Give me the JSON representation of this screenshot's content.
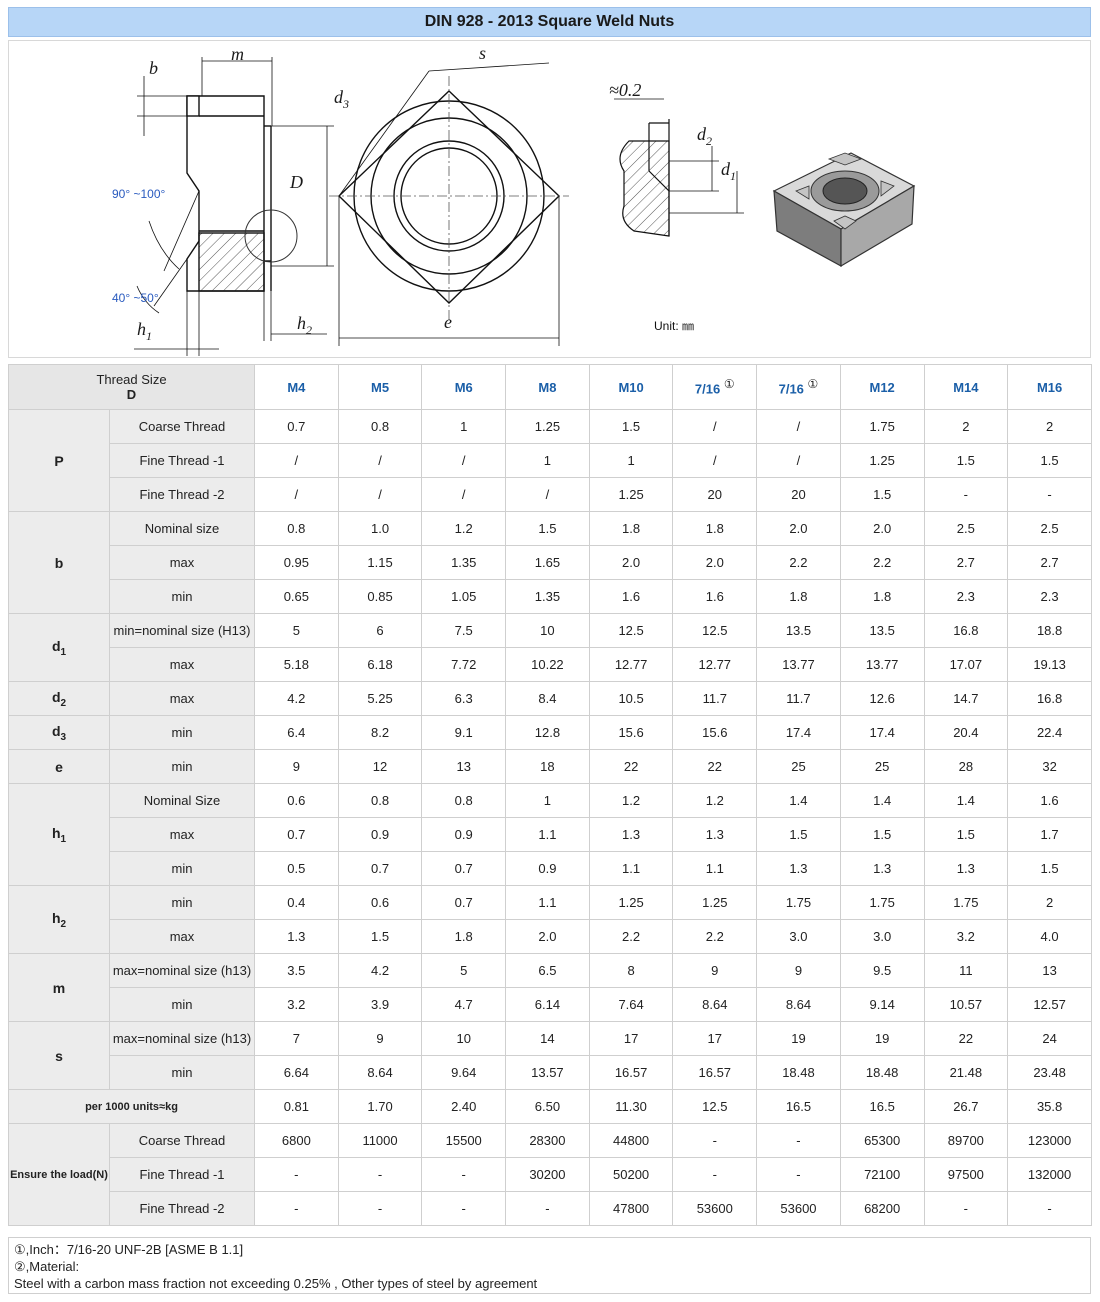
{
  "title": "DIN 928 - 2013 Square Weld Nuts",
  "drawing": {
    "labels": {
      "b": "b",
      "m": "m",
      "s": "s",
      "d3": "d",
      "d3_sub": "3",
      "D": "D",
      "angle1": "90°  ~100°",
      "angle2": "40°  ~50°",
      "h1": "h",
      "h1_sub": "1",
      "h2": "h",
      "h2_sub": "2",
      "e": "e",
      "approx": "≈0.2",
      "d2": "d",
      "d2_sub": "2",
      "d1": "d",
      "d1_sub": "1"
    },
    "unit": "Unit:  ㎜"
  },
  "table": {
    "header": {
      "thread_size": "Thread Size",
      "d": "D",
      "sizes": [
        {
          "label": "M4",
          "mark": ""
        },
        {
          "label": "M5",
          "mark": ""
        },
        {
          "label": "M6",
          "mark": ""
        },
        {
          "label": "M8",
          "mark": ""
        },
        {
          "label": "M10",
          "mark": ""
        },
        {
          "label": "7/16",
          "mark": "①"
        },
        {
          "label": "7/16",
          "mark": "①"
        },
        {
          "label": "M12",
          "mark": ""
        },
        {
          "label": "M14",
          "mark": ""
        },
        {
          "label": "M16",
          "mark": ""
        }
      ]
    },
    "groups": [
      {
        "name": "P",
        "sub": "",
        "rows": [
          {
            "label": "Coarse Thread",
            "values": [
              "0.7",
              "0.8",
              "1",
              "1.25",
              "1.5",
              "/",
              "/",
              "1.75",
              "2",
              "2"
            ]
          },
          {
            "label": "Fine Thread -1",
            "values": [
              "/",
              "/",
              "/",
              "1",
              "1",
              "/",
              "/",
              "1.25",
              "1.5",
              "1.5"
            ]
          },
          {
            "label": "Fine Thread -2",
            "values": [
              "/",
              "/",
              "/",
              "/",
              "1.25",
              "20",
              "20",
              "1.5",
              "-",
              "-"
            ]
          }
        ]
      },
      {
        "name": "b",
        "sub": "",
        "rows": [
          {
            "label": "Nominal size",
            "values": [
              "0.8",
              "1.0",
              "1.2",
              "1.5",
              "1.8",
              "1.8",
              "2.0",
              "2.0",
              "2.5",
              "2.5"
            ]
          },
          {
            "label": "max",
            "values": [
              "0.95",
              "1.15",
              "1.35",
              "1.65",
              "2.0",
              "2.0",
              "2.2",
              "2.2",
              "2.7",
              "2.7"
            ]
          },
          {
            "label": "min",
            "values": [
              "0.65",
              "0.85",
              "1.05",
              "1.35",
              "1.6",
              "1.6",
              "1.8",
              "1.8",
              "2.3",
              "2.3"
            ]
          }
        ]
      },
      {
        "name": "d",
        "sub": "1",
        "rows": [
          {
            "label": "min=nominal size (H13)",
            "values": [
              "5",
              "6",
              "7.5",
              "10",
              "12.5",
              "12.5",
              "13.5",
              "13.5",
              "16.8",
              "18.8"
            ]
          },
          {
            "label": "max",
            "values": [
              "5.18",
              "6.18",
              "7.72",
              "10.22",
              "12.77",
              "12.77",
              "13.77",
              "13.77",
              "17.07",
              "19.13"
            ]
          }
        ]
      },
      {
        "name": "d",
        "sub": "2",
        "rows": [
          {
            "label": "max",
            "values": [
              "4.2",
              "5.25",
              "6.3",
              "8.4",
              "10.5",
              "11.7",
              "11.7",
              "12.6",
              "14.7",
              "16.8"
            ]
          }
        ]
      },
      {
        "name": "d",
        "sub": "3",
        "rows": [
          {
            "label": "min",
            "values": [
              "6.4",
              "8.2",
              "9.1",
              "12.8",
              "15.6",
              "15.6",
              "17.4",
              "17.4",
              "20.4",
              "22.4"
            ]
          }
        ]
      },
      {
        "name": "e",
        "sub": "",
        "rows": [
          {
            "label": "min",
            "values": [
              "9",
              "12",
              "13",
              "18",
              "22",
              "22",
              "25",
              "25",
              "28",
              "32"
            ]
          }
        ]
      },
      {
        "name": "h",
        "sub": "1",
        "rows": [
          {
            "label": "Nominal Size",
            "values": [
              "0.6",
              "0.8",
              "0.8",
              "1",
              "1.2",
              "1.2",
              "1.4",
              "1.4",
              "1.4",
              "1.6"
            ]
          },
          {
            "label": "max",
            "values": [
              "0.7",
              "0.9",
              "0.9",
              "1.1",
              "1.3",
              "1.3",
              "1.5",
              "1.5",
              "1.5",
              "1.7"
            ]
          },
          {
            "label": "min",
            "values": [
              "0.5",
              "0.7",
              "0.7",
              "0.9",
              "1.1",
              "1.1",
              "1.3",
              "1.3",
              "1.3",
              "1.5"
            ]
          }
        ]
      },
      {
        "name": "h",
        "sub": "2",
        "rows": [
          {
            "label": "min",
            "values": [
              "0.4",
              "0.6",
              "0.7",
              "1.1",
              "1.25",
              "1.25",
              "1.75",
              "1.75",
              "1.75",
              "2"
            ]
          },
          {
            "label": "max",
            "values": [
              "1.3",
              "1.5",
              "1.8",
              "2.0",
              "2.2",
              "2.2",
              "3.0",
              "3.0",
              "3.2",
              "4.0"
            ]
          }
        ]
      },
      {
        "name": "m",
        "sub": "",
        "rows": [
          {
            "label": "max=nominal size (h13)",
            "values": [
              "3.5",
              "4.2",
              "5",
              "6.5",
              "8",
              "9",
              "9",
              "9.5",
              "11",
              "13"
            ]
          },
          {
            "label": "min",
            "values": [
              "3.2",
              "3.9",
              "4.7",
              "6.14",
              "7.64",
              "8.64",
              "8.64",
              "9.14",
              "10.57",
              "12.57"
            ]
          }
        ]
      },
      {
        "name": "s",
        "sub": "",
        "rows": [
          {
            "label": "max=nominal size (h13)",
            "values": [
              "7",
              "9",
              "10",
              "14",
              "17",
              "17",
              "19",
              "19",
              "22",
              "24"
            ]
          },
          {
            "label": "min",
            "values": [
              "6.64",
              "8.64",
              "9.64",
              "13.57",
              "16.57",
              "16.57",
              "18.48",
              "18.48",
              "21.48",
              "23.48"
            ]
          }
        ]
      }
    ],
    "weight": {
      "label": "per 1000 units≈kg",
      "values": [
        "0.81",
        "1.70",
        "2.40",
        "6.50",
        "11.30",
        "12.5",
        "16.5",
        "16.5",
        "26.7",
        "35.8"
      ]
    },
    "load": {
      "name": "Ensure the load(N)",
      "rows": [
        {
          "label": "Coarse Thread",
          "values": [
            "6800",
            "11000",
            "15500",
            "28300",
            "44800",
            "-",
            "-",
            "65300",
            "89700",
            "123000"
          ]
        },
        {
          "label": "Fine Thread -1",
          "values": [
            "-",
            "-",
            "-",
            "30200",
            "50200",
            "-",
            "-",
            "72100",
            "97500",
            "132000"
          ]
        },
        {
          "label": "Fine Thread -2",
          "values": [
            "-",
            "-",
            "-",
            "-",
            "47800",
            "53600",
            "53600",
            "68200",
            "-",
            "-"
          ]
        }
      ]
    }
  },
  "notes": [
    "①,Inch：7/16-20 UNF-2B [ASME B 1.1]",
    "②,Material:",
    "Steel with a carbon mass fraction not exceeding 0.25% , Other types of steel by agreement"
  ]
}
